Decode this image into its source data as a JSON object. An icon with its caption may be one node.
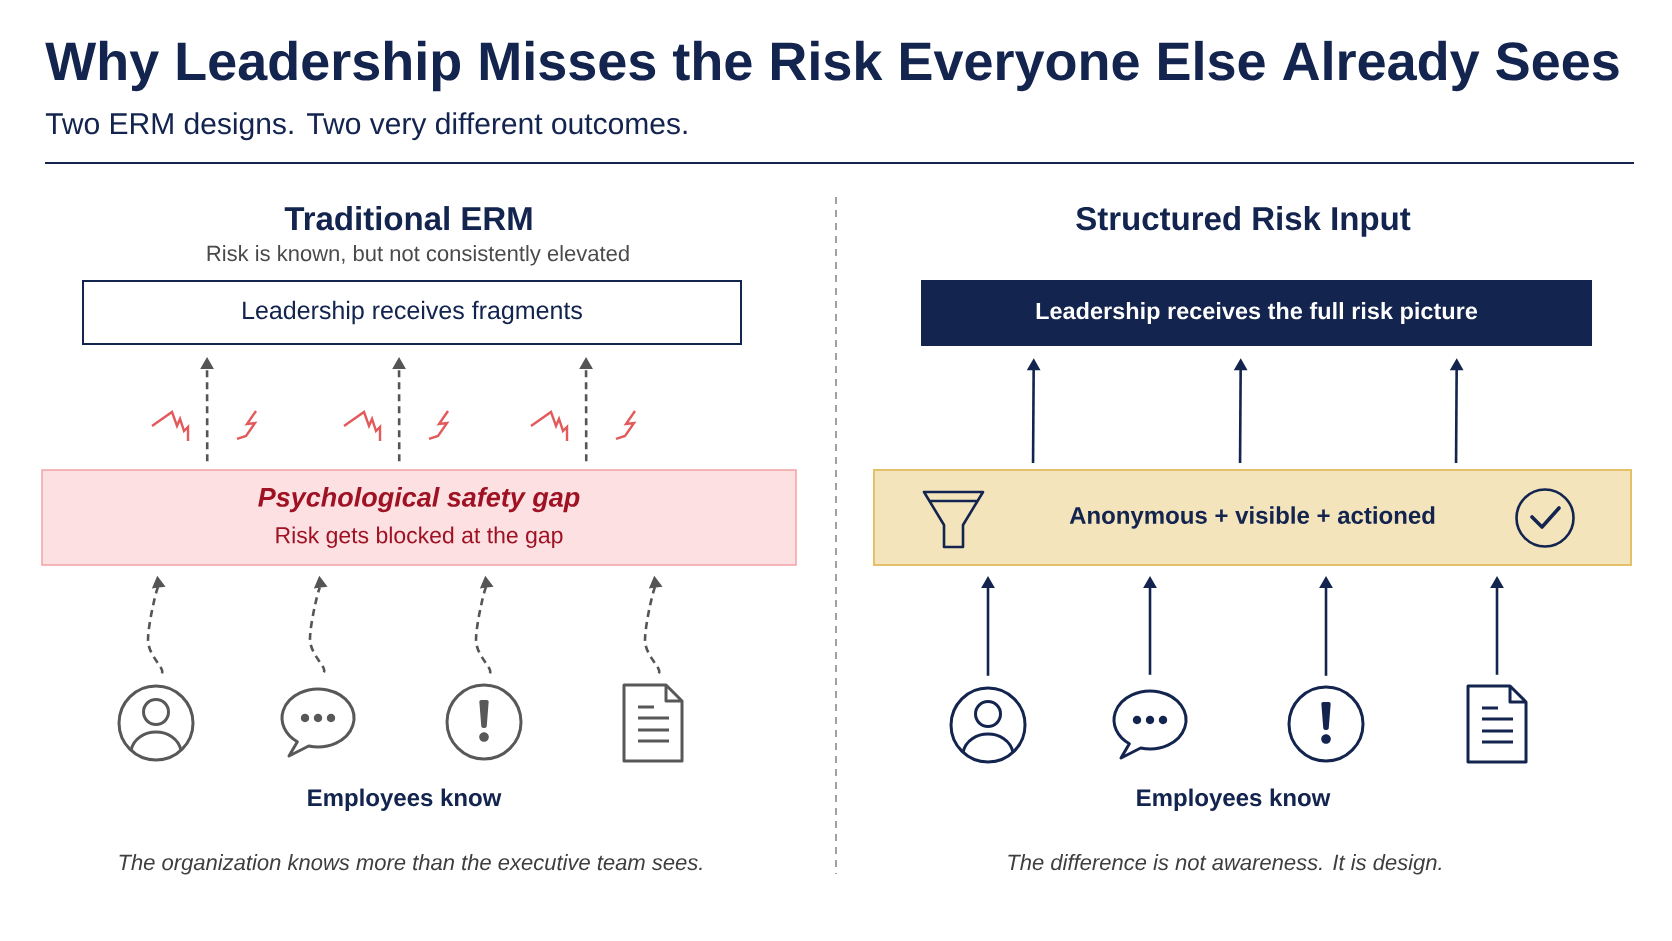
{
  "diagram": {
    "title": "Why Leadership Misses the Risk Everyone Else Already Sees",
    "nodes": [
      {
        "text": [
          "Leadership receives fragments"
        ]
      },
      {
        "text": [
          "Psychological safety gap",
          "Risk gets blocked at the gap"
        ]
      },
      {
        "text": [],
        "shape": "person"
      },
      {
        "text": [],
        "shape": "bubble"
      },
      {
        "text": [],
        "shape": "exclamation"
      },
      {
        "text": [],
        "shape": "document"
      },
      {
        "text": [
          "Leadership receives the full risk picture"
        ]
      },
      {
        "text": [
          "Anonymous + visible + actioned"
        ]
      },
      {
        "text": [],
        "shape": "person"
      },
      {
        "text": [],
        "shape": "bubble"
      },
      {
        "text": [],
        "shape": "exclamation"
      },
      {
        "text": [],
        "shape": "document"
      }
    ],
    "edges": [
      {
        "from": 1,
        "to": 0,
        "arrow": "to",
        "style": "dashed",
        "color": "#555555"
      },
      {
        "from": 1,
        "to": 0,
        "arrow": "to",
        "style": "dashed",
        "color": "#555555"
      },
      {
        "from": 1,
        "to": 0,
        "arrow": "to",
        "style": "dashed",
        "color": "#555555"
      },
      {
        "from": 2,
        "to": 1,
        "arrow": "to",
        "style": "dashed",
        "color": "#555555"
      },
      {
        "from": 3,
        "to": 1,
        "arrow": "to",
        "style": "dashed",
        "color": "#555555"
      },
      {
        "from": 4,
        "to": 1,
        "arrow": "to",
        "style": "dashed",
        "color": "#555555"
      },
      {
        "from": 5,
        "to": 1,
        "arrow": "to",
        "style": "dashed",
        "color": "#555555"
      },
      {
        "from": 7,
        "to": 6,
        "arrow": "to"
      },
      {
        "from": 7,
        "to": 6,
        "arrow": "to"
      },
      {
        "from": 7,
        "to": 6,
        "arrow": "to"
      },
      {
        "from": 8,
        "to": 7,
        "arrow": "to"
      },
      {
        "from": 9,
        "to": 7,
        "arrow": "to"
      },
      {
        "from": 10,
        "to": 7,
        "arrow": "to"
      },
      {
        "from": 11,
        "to": 7,
        "arrow": "to"
      }
    ],
    "labels": [
      "Two ERM designs. Two very different outcomes.",
      "Traditional ERM",
      "Risk is known, but not consistently elevated",
      "Employees know",
      "The organization knows more than the executive team sees.",
      "Structured Risk Input",
      "Employees know",
      "The difference is not awareness. It is design."
    ]
  }
}
